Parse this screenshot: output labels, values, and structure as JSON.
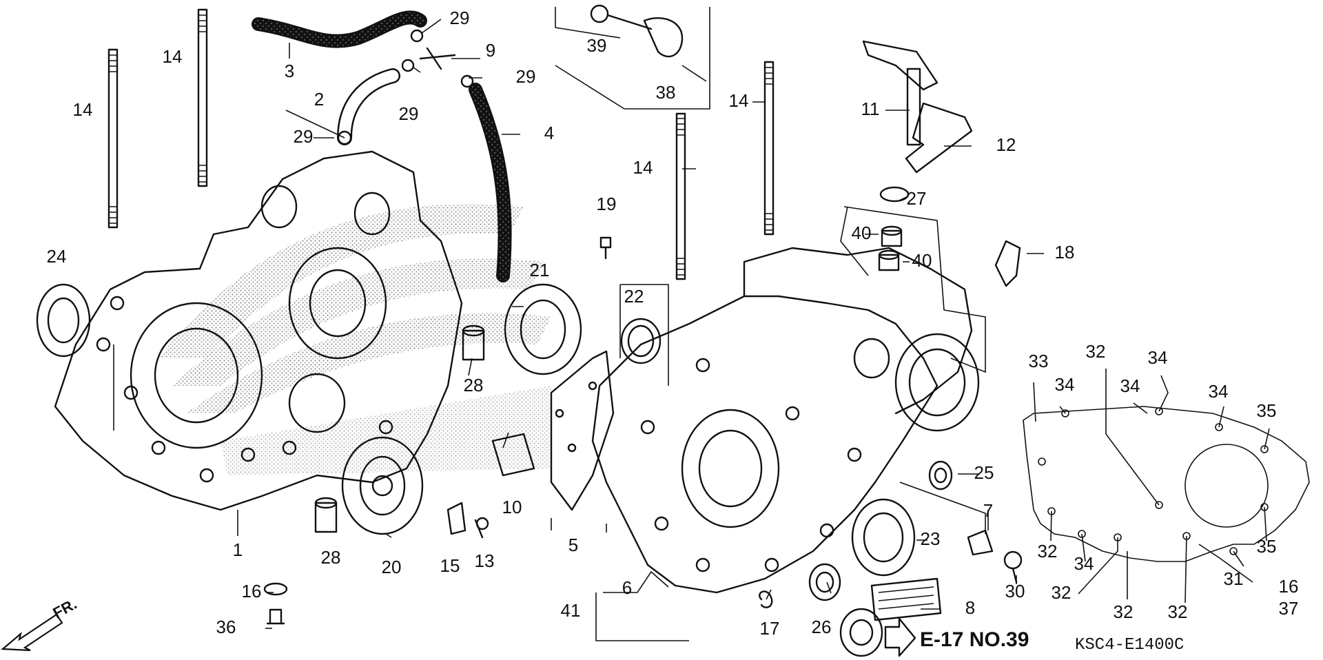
{
  "diagram": {
    "labels": [
      "1",
      "2",
      "3",
      "4",
      "5",
      "6",
      "7",
      "8",
      "9",
      "10",
      "11",
      "12",
      "13",
      "14",
      "15",
      "16",
      "17",
      "18",
      "19",
      "20",
      "21",
      "22",
      "23",
      "24",
      "25",
      "26",
      "27",
      "28",
      "29",
      "30",
      "31",
      "32",
      "33",
      "34",
      "35",
      "36",
      "37",
      "38",
      "39",
      "40",
      "41"
    ],
    "reference": "E-17 NO.39",
    "code": "KSC4-E1400C",
    "direction": "FR."
  }
}
